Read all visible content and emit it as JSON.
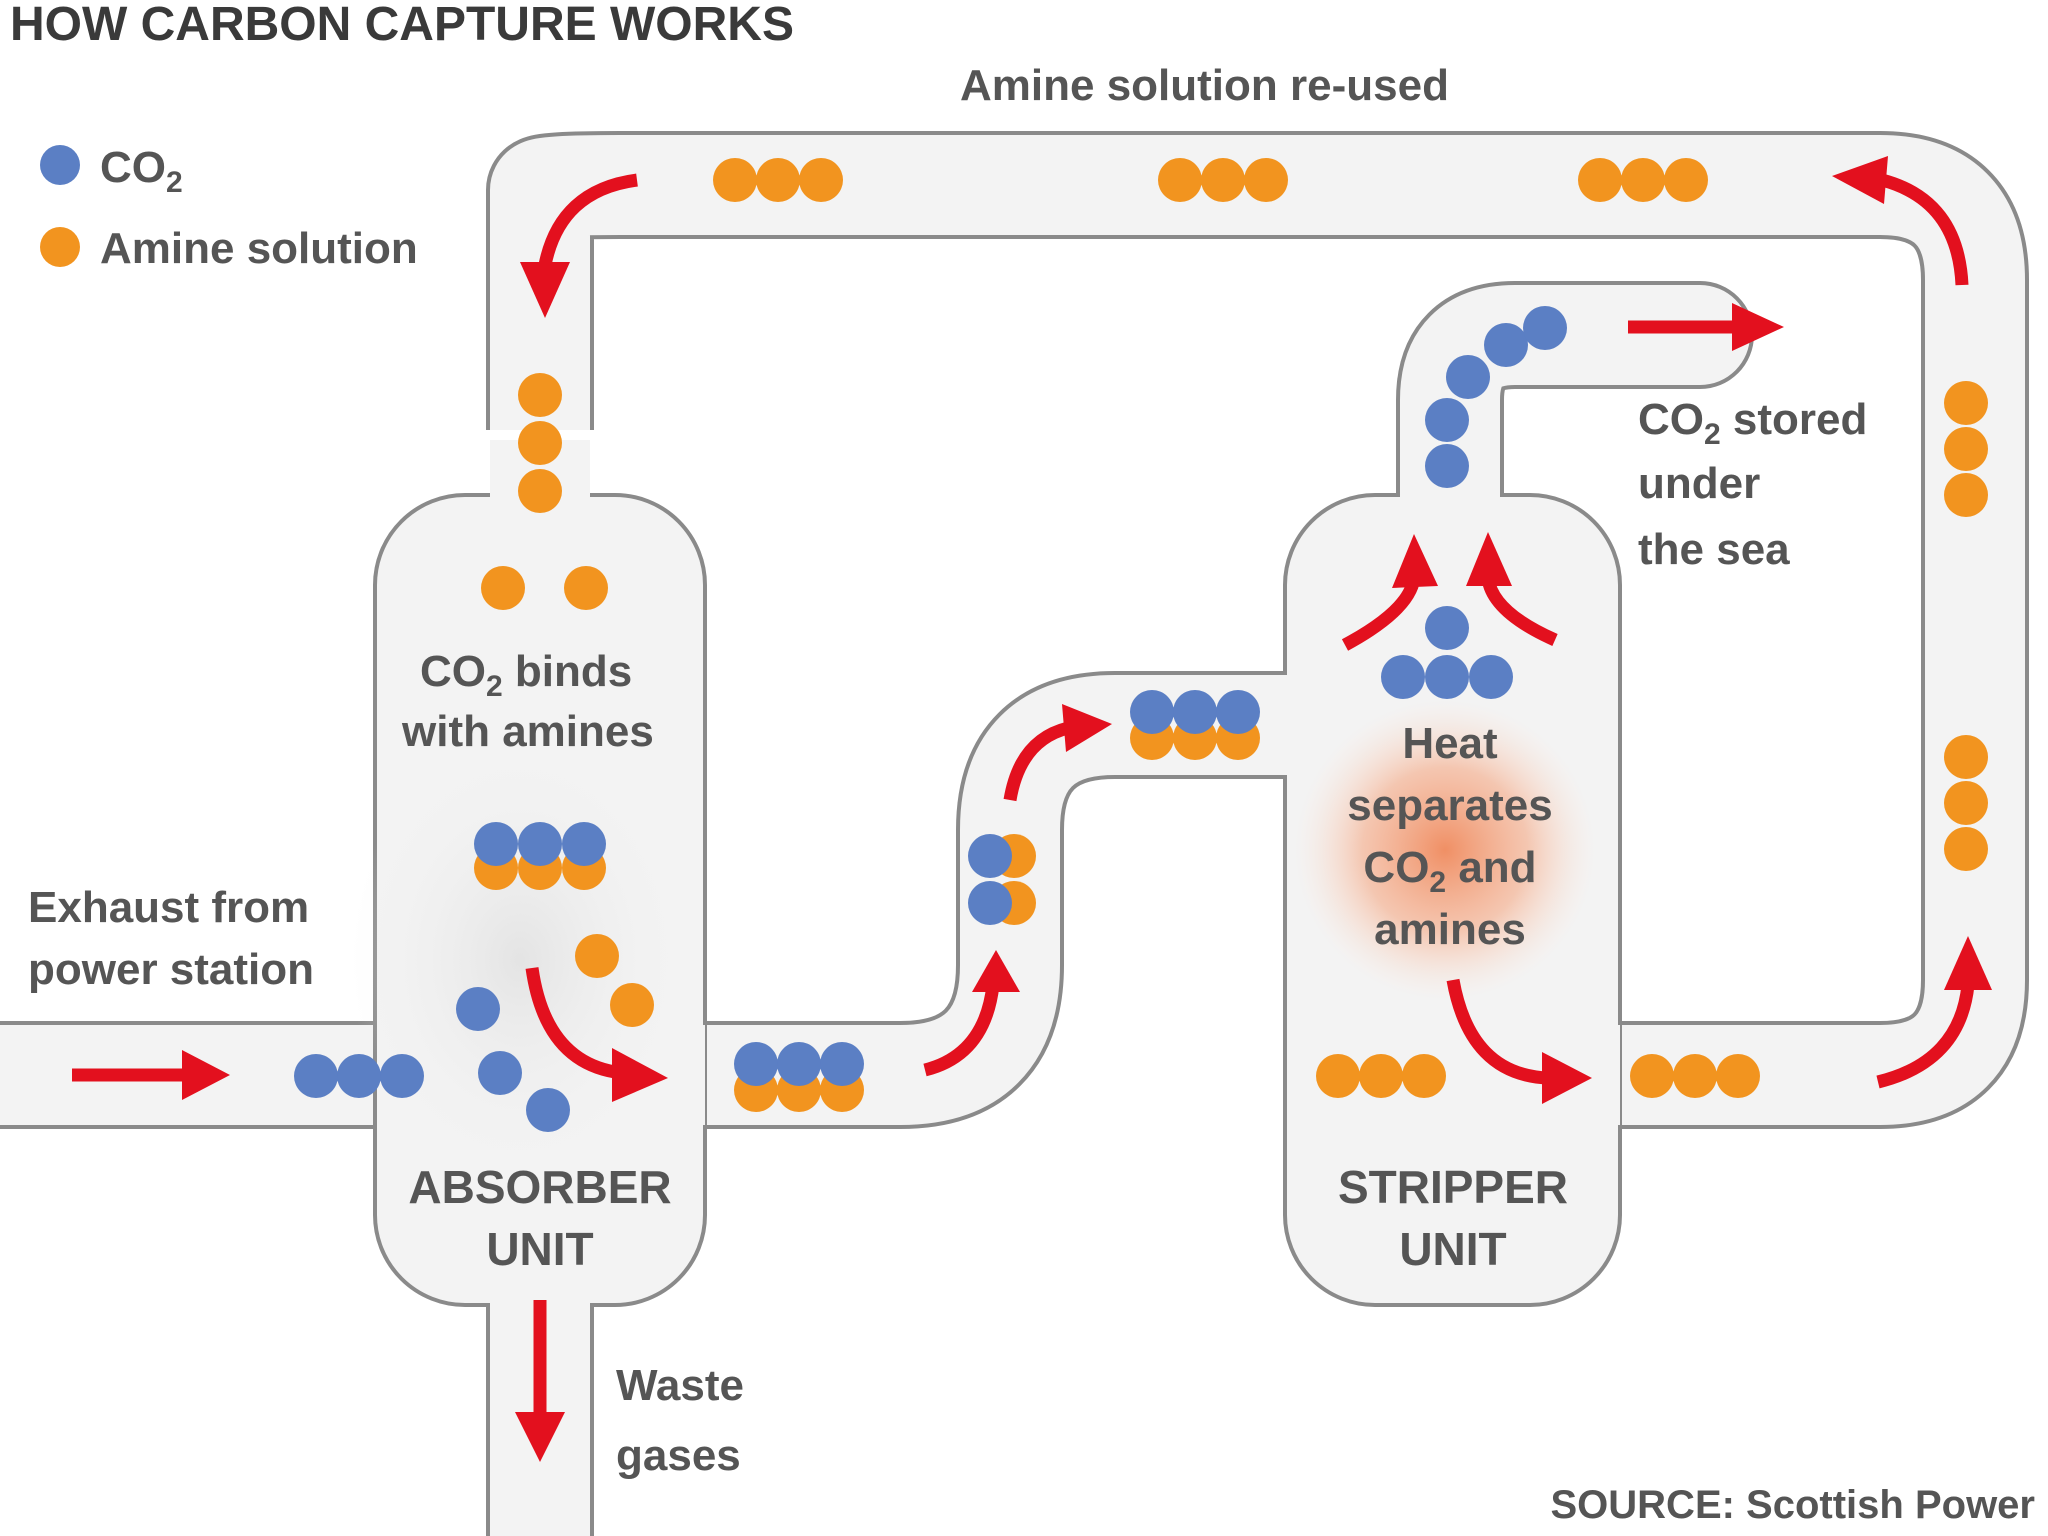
{
  "title": "HOW CARBON CAPTURE WORKS",
  "legend": {
    "co2": {
      "text": "CO",
      "sub": "2",
      "color": "#5b7fc4"
    },
    "amine": {
      "text": "Amine solution",
      "color": "#f2941f"
    }
  },
  "labels": {
    "reused": "Amine solution re-used",
    "binds_line1_a": "CO",
    "binds_line1_sub": "2",
    "binds_line1_b": " binds",
    "binds_line2": "with amines",
    "exhaust_line1": "Exhaust from",
    "exhaust_line2": "power station",
    "absorber_line1": "ABSORBER",
    "absorber_line2": "UNIT",
    "waste_line1": "Waste",
    "waste_line2": "gases",
    "heat_line1": "Heat",
    "heat_line2": "separates",
    "heat_line3_a": "CO",
    "heat_line3_sub": "2",
    "heat_line3_b": " and",
    "heat_line4": "amines",
    "stored_line1_a": "CO",
    "stored_line1_sub": "2",
    "stored_line1_b": " stored",
    "stored_line2": "under",
    "stored_line3": "the sea",
    "stripper_line1": "STRIPPER",
    "stripper_line2": "UNIT"
  },
  "source": "SOURCE: Scottish Power",
  "colors": {
    "arrow": "#e3101e",
    "co2": "#5b7fc4",
    "amine": "#f2941f",
    "pipe": "#f3f3f3",
    "outline": "#8a8a8a",
    "heat": "#f08a5d"
  }
}
